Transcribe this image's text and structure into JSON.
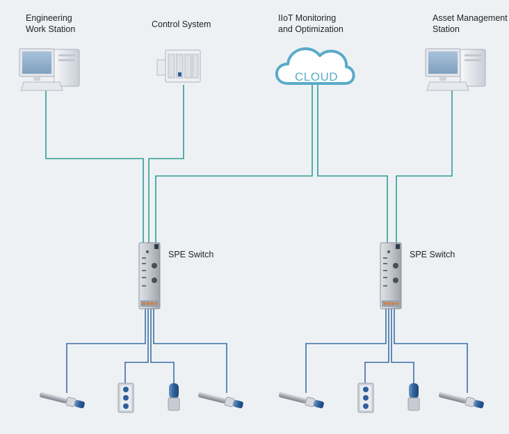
{
  "nodes": {
    "engineering": [
      "Engineering",
      "Work Station"
    ],
    "control": "Control System",
    "iiot": [
      "IIoT Monitoring",
      "and Optimization"
    ],
    "asset": [
      "Asset Management",
      "Station"
    ],
    "cloud": "CLOUD",
    "switch_left": "SPE Switch",
    "switch_right": "SPE Switch"
  },
  "colors": {
    "link": "#2f9c94",
    "device_link": "#3b6fa6",
    "cloud_outline": "#5aaac8",
    "background": "#eef1f4"
  }
}
